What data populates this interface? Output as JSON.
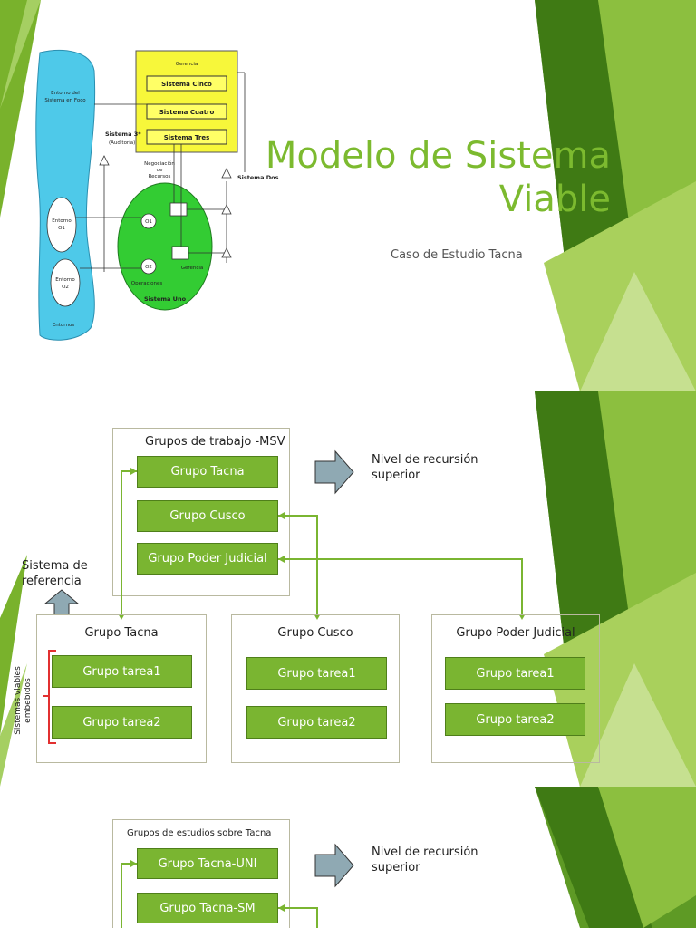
{
  "slide1": {
    "title_line1": "Modelo de Sistema",
    "title_line2": "Viable",
    "subtitle": "Caso de Estudio Tacna",
    "diagram": {
      "gerencia": "Gerencia",
      "sistema_cinco": "Sistema Cinco",
      "sistema_cuatro": "Sistema Cuatro",
      "sistema_tres": "Sistema Tres",
      "sistema_3star": "Sistema 3*",
      "auditoria": "(Auditoría)",
      "negociacion": [
        "Negociación",
        "de",
        "Recursos"
      ],
      "sistema_dos": "Sistema Dos",
      "entorno_foco": [
        "Entorno del",
        "Sistema en Foco"
      ],
      "entorno_o1": [
        "Entorno",
        "O1"
      ],
      "entorno_o2": [
        "Entorno",
        "O2"
      ],
      "entornos": "Entornos",
      "o1": "O1",
      "o2": "O2",
      "gerencia_small": "Gerencia",
      "operaciones": "Operaciones",
      "sistema_uno": "Sistema Uno"
    }
  },
  "slide2": {
    "container_title": "Grupos de trabajo -MSV",
    "grupos": [
      "Grupo Tacna",
      "Grupo Cusco",
      "Grupo Poder Judicial"
    ],
    "nivel_line1": "Nivel de recursión",
    "nivel_line2": "superior",
    "sistema_ref_line1": "Sistema de",
    "sistema_ref_line2": "referencia",
    "embebidos_line1": "Sistemas viables",
    "embebidos_line2": "embebidos",
    "sub_groups": [
      {
        "title": "Grupo Tacna",
        "tareas": [
          "Grupo tarea1",
          "Grupo tarea2"
        ]
      },
      {
        "title": "Grupo Cusco",
        "tareas": [
          "Grupo tarea1",
          "Grupo tarea2"
        ]
      },
      {
        "title": "Grupo Poder Judicial",
        "tareas": [
          "Grupo tarea1",
          "Grupo tarea2"
        ]
      }
    ]
  },
  "slide3": {
    "container_title": "Grupos de estudios sobre Tacna",
    "grupos": [
      "Grupo Tacna-UNI",
      "Grupo Tacna-SM"
    ],
    "nivel_line1": "Nivel de recursión",
    "nivel_line2": "superior"
  }
}
